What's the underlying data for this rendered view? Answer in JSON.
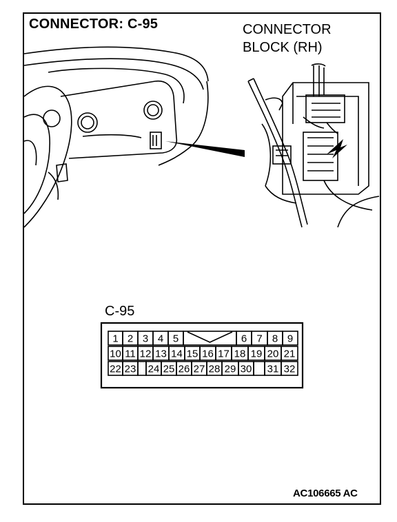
{
  "header": {
    "title": "CONNECTOR: C-95"
  },
  "location": {
    "label_line1": "CONNECTOR",
    "label_line2": "BLOCK (RH)"
  },
  "connector": {
    "name": "C-95",
    "rows": [
      [
        "1",
        "2",
        "3",
        "4",
        "5",
        "",
        "",
        "",
        "",
        "6",
        "7",
        "8",
        "9"
      ],
      [
        "10",
        "11",
        "12",
        "13",
        "14",
        "15",
        "16",
        "17",
        "18",
        "19",
        "20",
        "21"
      ],
      [
        "22",
        "23",
        "",
        "24",
        "25",
        "26",
        "27",
        "28",
        "29",
        "30",
        "",
        "31",
        "32"
      ]
    ]
  },
  "footer": {
    "figure_code": "AC106665 AC"
  }
}
